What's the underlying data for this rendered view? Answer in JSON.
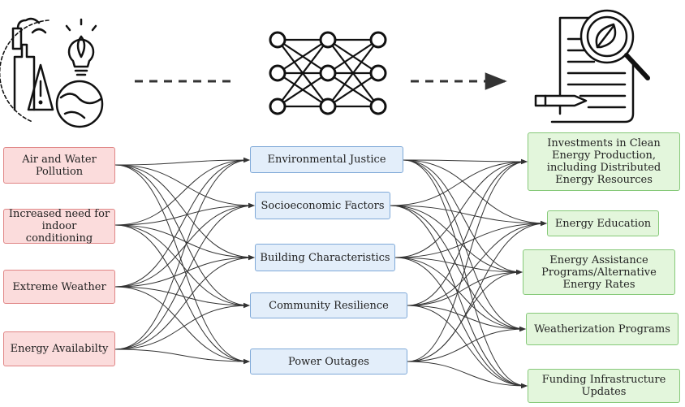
{
  "inputs": [
    {
      "label": "Air and Water Pollution"
    },
    {
      "label": "Increased need for indoor conditioning"
    },
    {
      "label": "Extreme Weather"
    },
    {
      "label": "Energy Availabilty"
    }
  ],
  "factors": [
    {
      "label": "Environmental Justice"
    },
    {
      "label": "Socioeconomic Factors"
    },
    {
      "label": "Building Characteristics"
    },
    {
      "label": "Community Resilience"
    },
    {
      "label": "Power Outages"
    }
  ],
  "outcomes": [
    {
      "label": "Investments in Clean Energy Production, including Distributed Energy Resources"
    },
    {
      "label": "Energy Education"
    },
    {
      "label": "Energy Assistance Programs/Alternative Energy Rates"
    },
    {
      "label": "Weatherization Programs"
    },
    {
      "label": "Funding Infrastructure Updates"
    }
  ],
  "icons": {
    "left": "climate-pollution-icon",
    "middle": "neural-network-icon",
    "right": "policy-document-icon"
  },
  "colors": {
    "input_fill": "#fbdcdc",
    "input_border": "#e08585",
    "factor_fill": "#e3eefa",
    "factor_border": "#7fa9d8",
    "outcome_fill": "#e3f6dc",
    "outcome_border": "#86c979",
    "edge": "#333333"
  }
}
